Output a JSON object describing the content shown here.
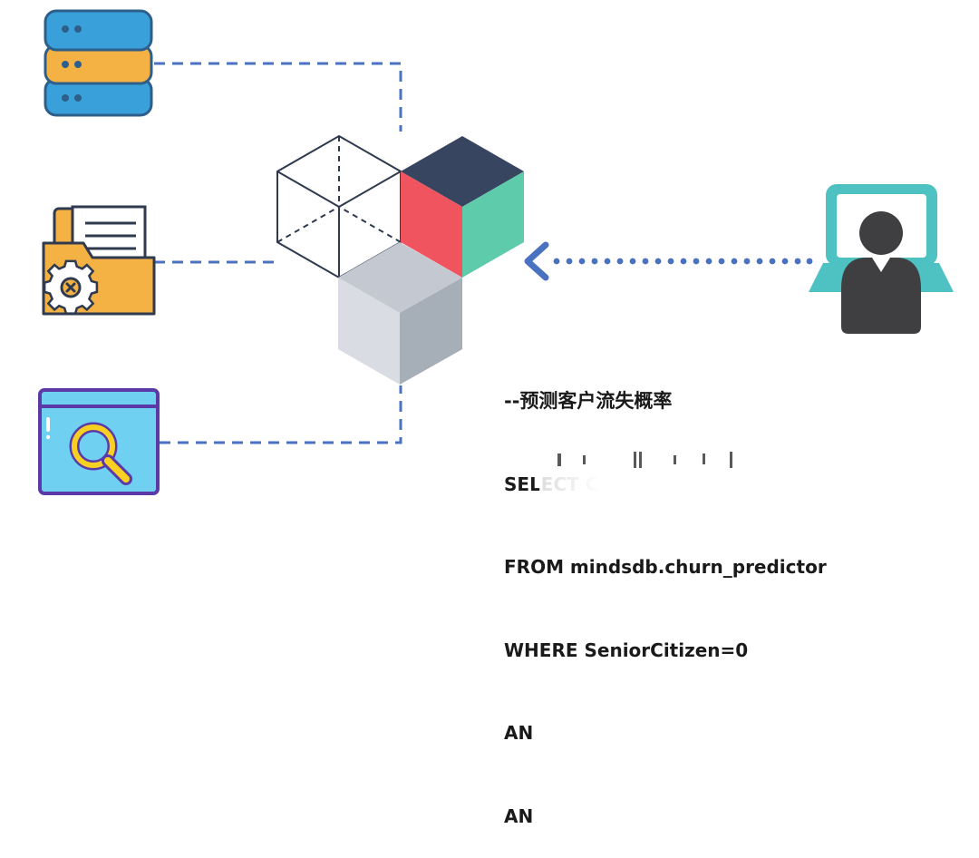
{
  "sql": {
    "comment": "--预测客户流失概率",
    "lines": [
      "SELECT Churn, Churn_confidence",
      "FROM mindsdb.churn_predictor",
      "WHERE SeniorCitizen=0",
      "AN",
      "AN"
    ]
  },
  "icons": {
    "database": "database-icon",
    "folder": "folder-settings-icon",
    "search": "search-window-icon",
    "user": "user-computer-icon",
    "cubes": "cube-cluster-icon",
    "arrow": "arrow-left-icon"
  },
  "colors": {
    "dash_line": "#4a72c0",
    "arrow_blue": "#4a72c0",
    "db_blue": "#3aa0d9",
    "db_orange": "#f5b244",
    "db_outline": "#2e5f8a",
    "folder_orange": "#f5b244",
    "folder_outline": "#2f3a4f",
    "search_window": "#6fd0f2",
    "search_frame": "#5b3aa8",
    "search_lens": "#f7d021",
    "monitor_teal": "#4ec2c2",
    "user_dark": "#3f3f41",
    "cube_navy": "#374561",
    "cube_red": "#f0545e",
    "cube_green": "#5ecbaa",
    "cube_grey_light": "#d3d7de",
    "cube_grey_mid": "#c3c8d1",
    "cube_grey_dark": "#a6aeb8",
    "cube_wire": "#2f3a4f"
  }
}
